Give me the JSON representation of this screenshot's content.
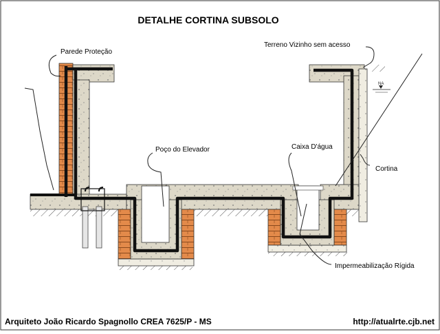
{
  "title": "DETALHE CORTINA SUBSOLO",
  "labels": {
    "parede_protecao": "Parede Proteção",
    "terreno_vizinho": "Terreno Vizinho sem acesso",
    "na_marker": "NA",
    "poco_elevador": "Poço do Elevador",
    "caixa_dagua": "Caixa D'água",
    "cortina": "Cortina",
    "impermeabilizacao": "Impermeabilização Rígida"
  },
  "footer": {
    "author": "Arquiteto João Ricardo Spagnollo CREA 7625/P - MS",
    "url": "http://atualrte.cjb.net"
  },
  "colors": {
    "concrete": "#ddd8c8",
    "concrete_light": "#f0ede2",
    "brick": "#e38a4a",
    "membrane": "#111111",
    "soil_hatch": "#555555"
  }
}
